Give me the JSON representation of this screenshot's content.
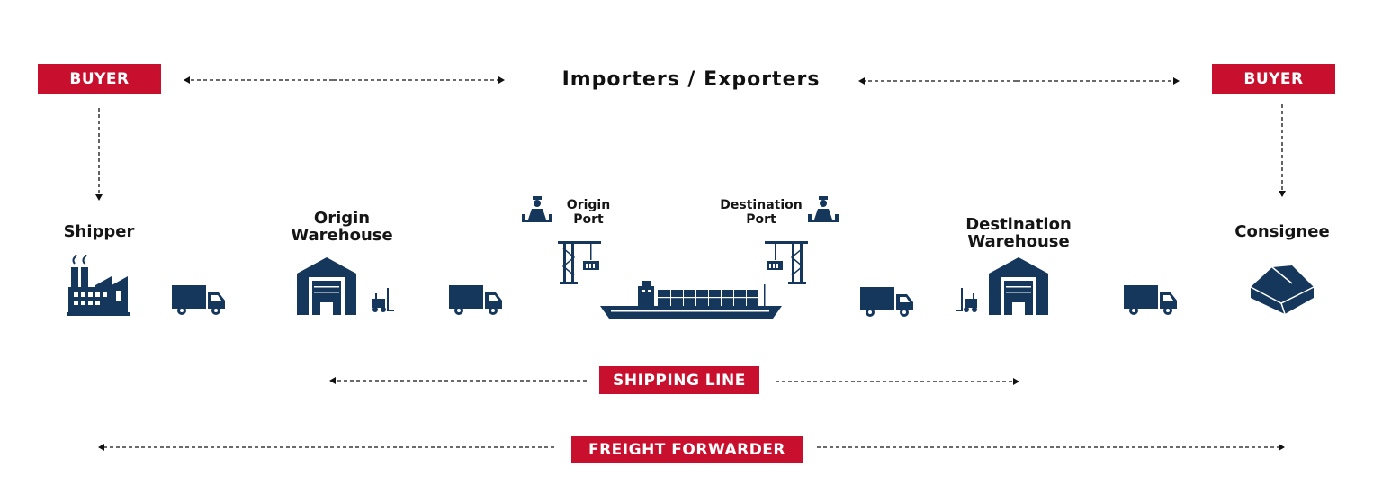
{
  "header": {
    "buyer_left": "BUYER",
    "buyer_right": "BUYER",
    "title": "Importers / Exporters"
  },
  "stages": {
    "shipper": "Shipper",
    "origin_warehouse": [
      "Origin",
      "Warehouse"
    ],
    "origin_port": [
      "Origin",
      "Port"
    ],
    "destination_port": [
      "Destination",
      "Port"
    ],
    "destination_warehouse": [
      "Destination",
      "Warehouse"
    ],
    "consignee": "Consignee"
  },
  "roles": {
    "shipping_line": "SHIPPING LINE",
    "freight_forwarder": "FREIGHT FORWARDER"
  },
  "icons": [
    "factory-icon",
    "truck-icon",
    "warehouse-icon",
    "forklift-icon",
    "customs-officer-icon",
    "crane-icon",
    "cargo-ship-icon",
    "consignee-box-icon"
  ],
  "colors": {
    "accent": "#c8102e",
    "icon": "#15375c",
    "text": "#151515"
  }
}
